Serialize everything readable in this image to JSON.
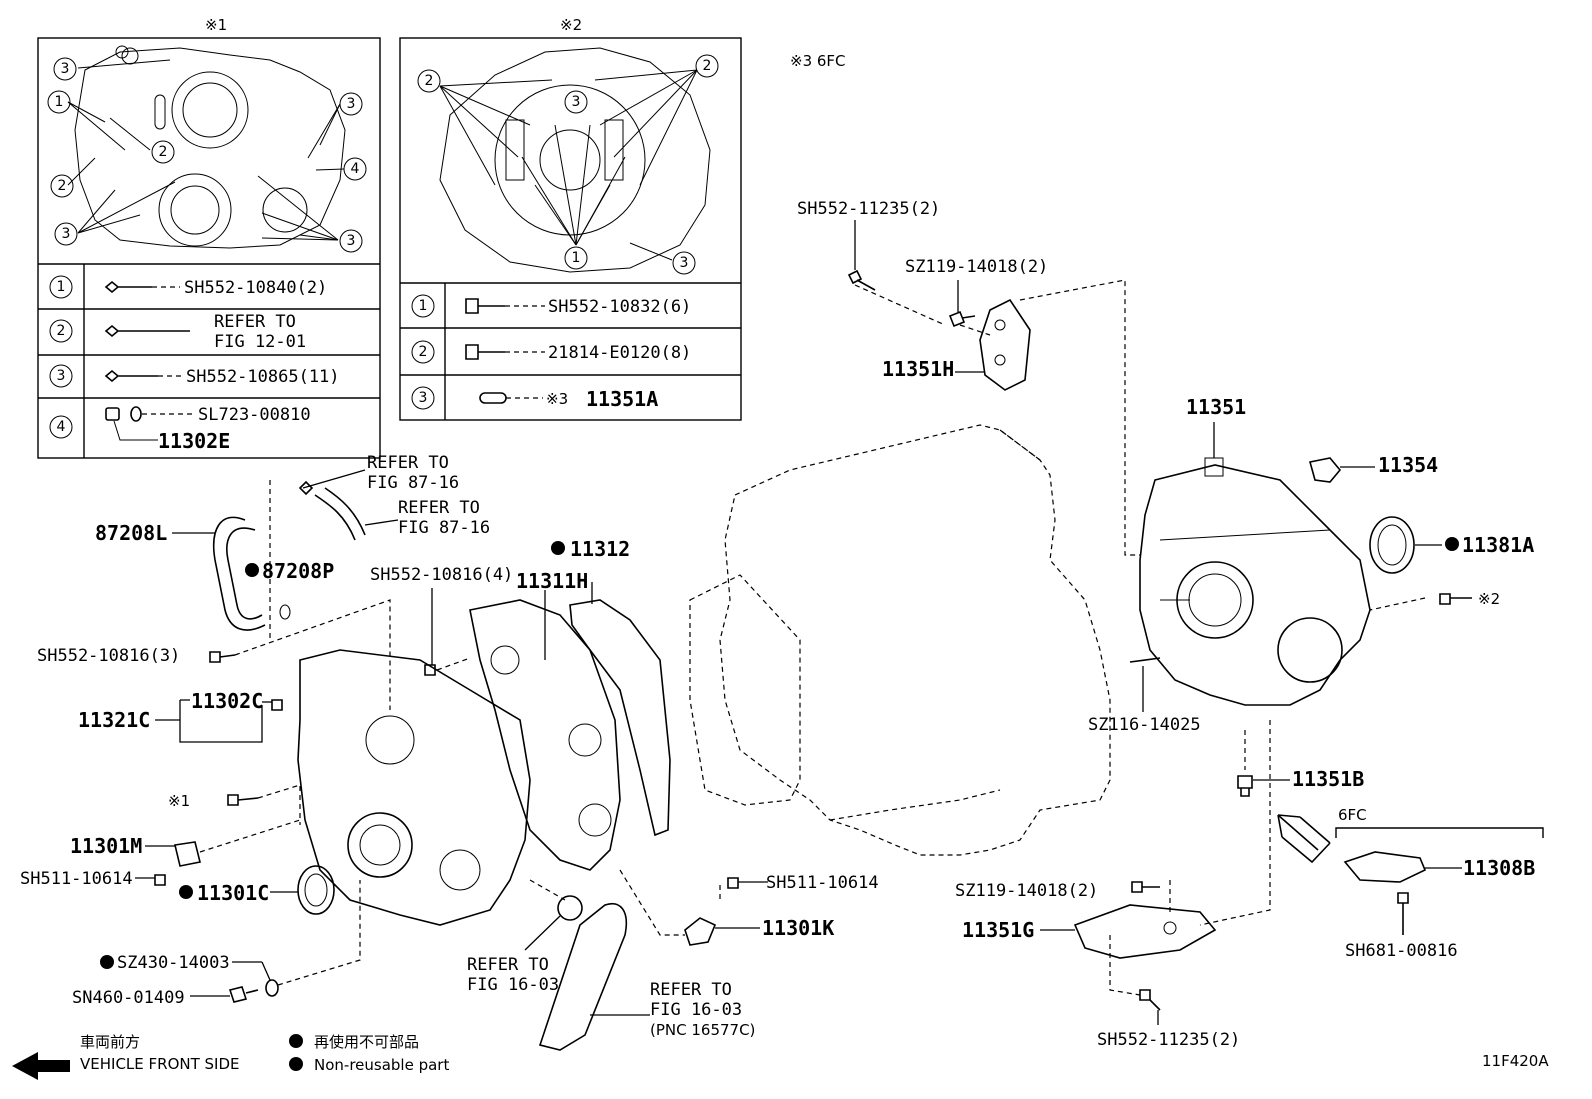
{
  "inset1": {
    "marker": "※1",
    "callouts": {
      "c1": "1",
      "c2": "2",
      "c3": "3",
      "c4": "4"
    },
    "rows": [
      {
        "num": "1",
        "part": "SH552-10840(2)"
      },
      {
        "num": "2",
        "part_line1": "REFER TO",
        "part_line2": "FIG 12-01"
      },
      {
        "num": "3",
        "part": "SH552-10865(11)"
      },
      {
        "num": "4",
        "part": "SL723-00810",
        "part2": "11302E"
      }
    ]
  },
  "inset2": {
    "marker": "※2",
    "callouts": {
      "c1": "1",
      "c2": "2",
      "c3": "3"
    },
    "rows": [
      {
        "num": "1",
        "part": "SH552-10832(6)"
      },
      {
        "num": "2",
        "part": "21814-E0120(8)"
      },
      {
        "num": "3",
        "marker": "※3",
        "part": "11351A"
      }
    ]
  },
  "note3": "※3 6FC",
  "labels": {
    "sh552_11235_top": "SH552-11235(2)",
    "sz119_14018_top": "SZ119-14018(2)",
    "p11351h": "11351H",
    "p11351": "11351",
    "p11354": "11354",
    "p11381a": "11381A",
    "ref2": "※2",
    "sz116_14025": "SZ116-14025",
    "p11351b": "11351B",
    "sixfc": "6FC",
    "p11308b": "11308B",
    "sh681_00816": "SH681-00816",
    "sz119_14018_bot": "SZ119-14018(2)",
    "p11351g": "11351G",
    "sh552_11235_bot": "SH552-11235(2)",
    "p11312": "11312",
    "p11311h": "11311H",
    "sh552_10816_4": "SH552-10816(4)",
    "refer_a1": "REFER TO",
    "refer_a2": "FIG 87-16",
    "refer_b1": "REFER TO",
    "refer_b2": "FIG 87-16",
    "p87208l": "87208L",
    "p87208p": "87208P",
    "sh552_10816_3": "SH552-10816(3)",
    "p11302c": "11302C",
    "p11321c": "11321C",
    "ref1": "※1",
    "p11301m": "11301M",
    "sh511_10614_l": "SH511-10614",
    "p11301c": "11301C",
    "sz430_14003": "SZ430-14003",
    "sn460_01409": "SN460-01409",
    "refer_c1": "REFER TO",
    "refer_c2": "FIG 16-03",
    "refer_d1": "REFER TO",
    "refer_d2": "FIG 16-03",
    "refer_d3": "(PNC 16577C)",
    "sh511_10614_r": "SH511-10614",
    "p11301k": "11301K",
    "diagram_id": "11F420A"
  },
  "legend": {
    "front_jp": "車両前方",
    "front_en": "VEHICLE FRONT SIDE",
    "nonreuse_jp": "再使用不可部品",
    "nonreuse_en": "Non-reusable part"
  }
}
